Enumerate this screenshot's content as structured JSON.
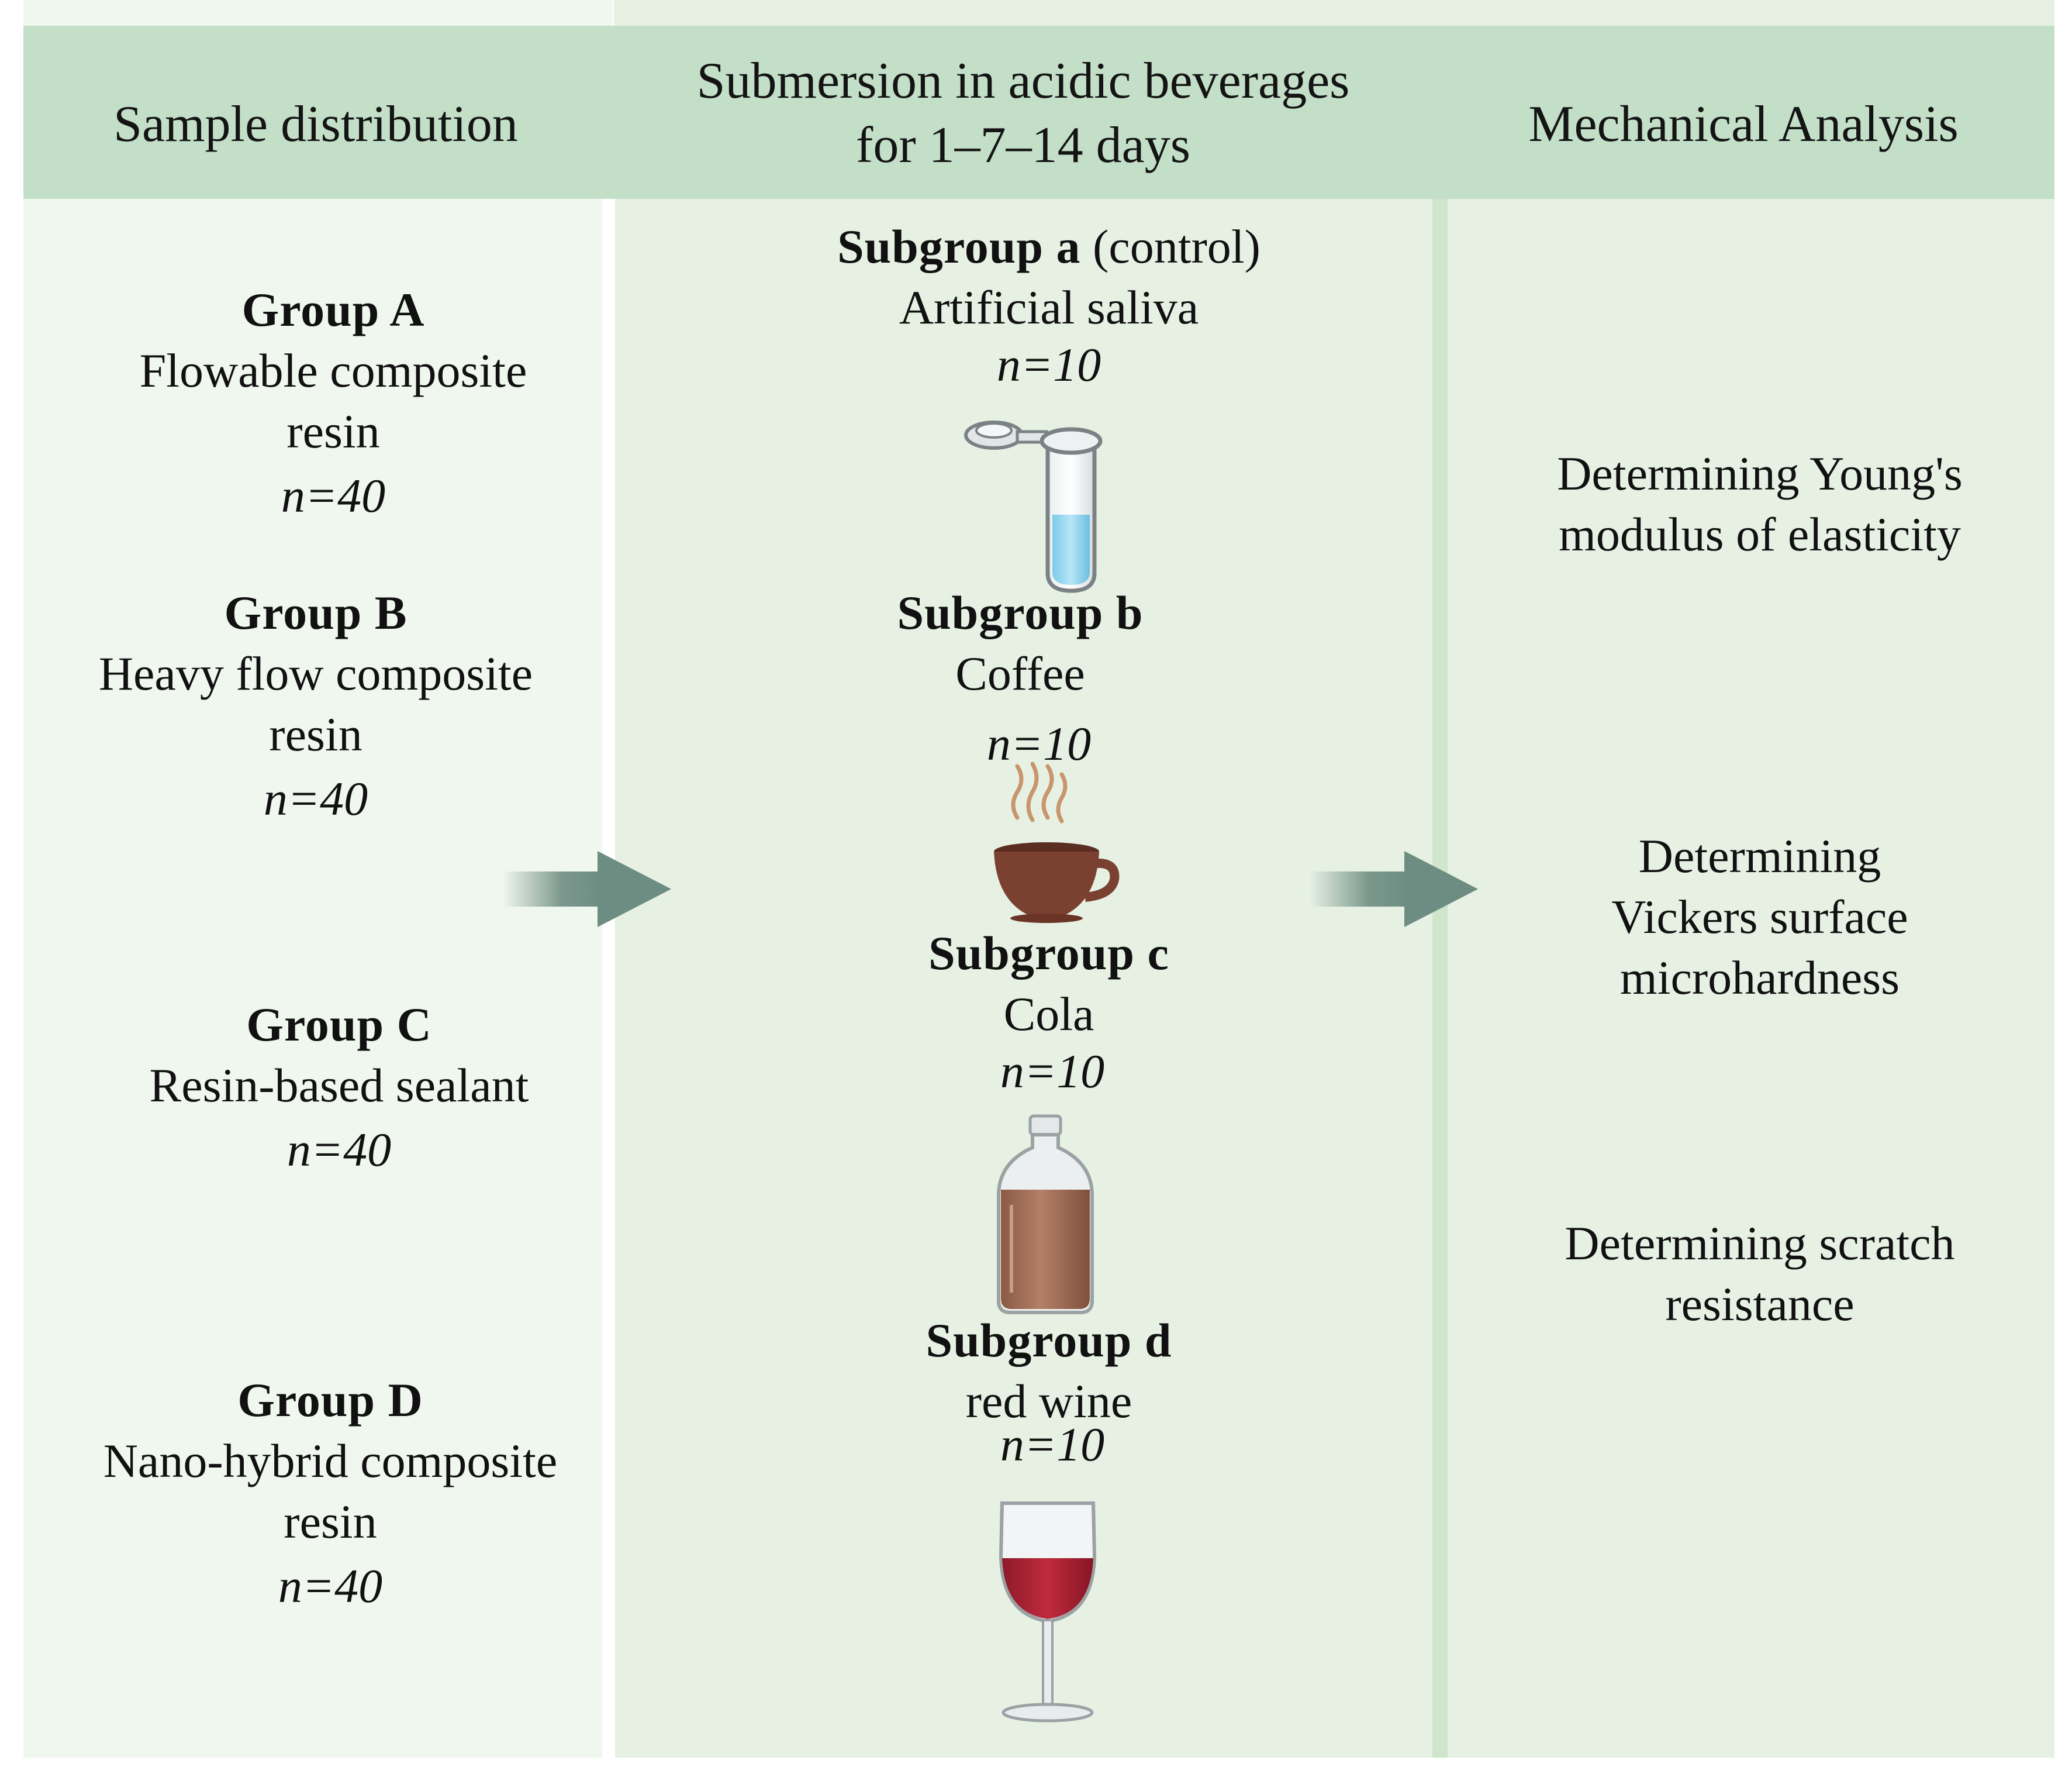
{
  "headers": {
    "sample_distribution": "Sample distribution",
    "submersion_line1": "Submersion in acidic beverages",
    "submersion_line2": "for 1–7–14 days",
    "mechanical_analysis": "Mechanical Analysis"
  },
  "groups": [
    {
      "title": "Group A",
      "desc1": "Flowable composite",
      "desc2": "resin",
      "n": "n=40"
    },
    {
      "title": "Group B",
      "desc1": "Heavy flow composite",
      "desc2": "resin",
      "n": "n=40"
    },
    {
      "title": "Group C",
      "desc1": "Resin-based sealant",
      "n": "n=40"
    },
    {
      "title": "Group D",
      "desc1": "Nano-hybrid composite",
      "desc2": "resin",
      "n": "n=40"
    }
  ],
  "subgroups": [
    {
      "title": "Subgroup a",
      "note": "(control)",
      "beverage": "Artificial saliva",
      "n": "n=10",
      "icon": "test-tube-icon"
    },
    {
      "title": "Subgroup b",
      "beverage": "Coffee",
      "n": "n=10",
      "icon": "coffee-cup-icon"
    },
    {
      "title": "Subgroup c",
      "beverage": "Cola",
      "n": "n=10",
      "icon": "bottle-icon"
    },
    {
      "title": "Subgroup d",
      "beverage": "red wine",
      "n": "n=10",
      "icon": "wine-glass-icon"
    }
  ],
  "analyses": [
    {
      "line1": "Determining Young's",
      "line2": "modulus of elasticity"
    },
    {
      "line1": "Determining",
      "line2": "Vickers surface",
      "line3": "microhardness"
    },
    {
      "line1": "Determining scratch",
      "line2": "resistance"
    }
  ],
  "colors": {
    "header_band": "#c3dfc8",
    "left_column": "#f0f7ef",
    "right_columns": "#e6f1e4",
    "arrow": "#6e8d82"
  }
}
